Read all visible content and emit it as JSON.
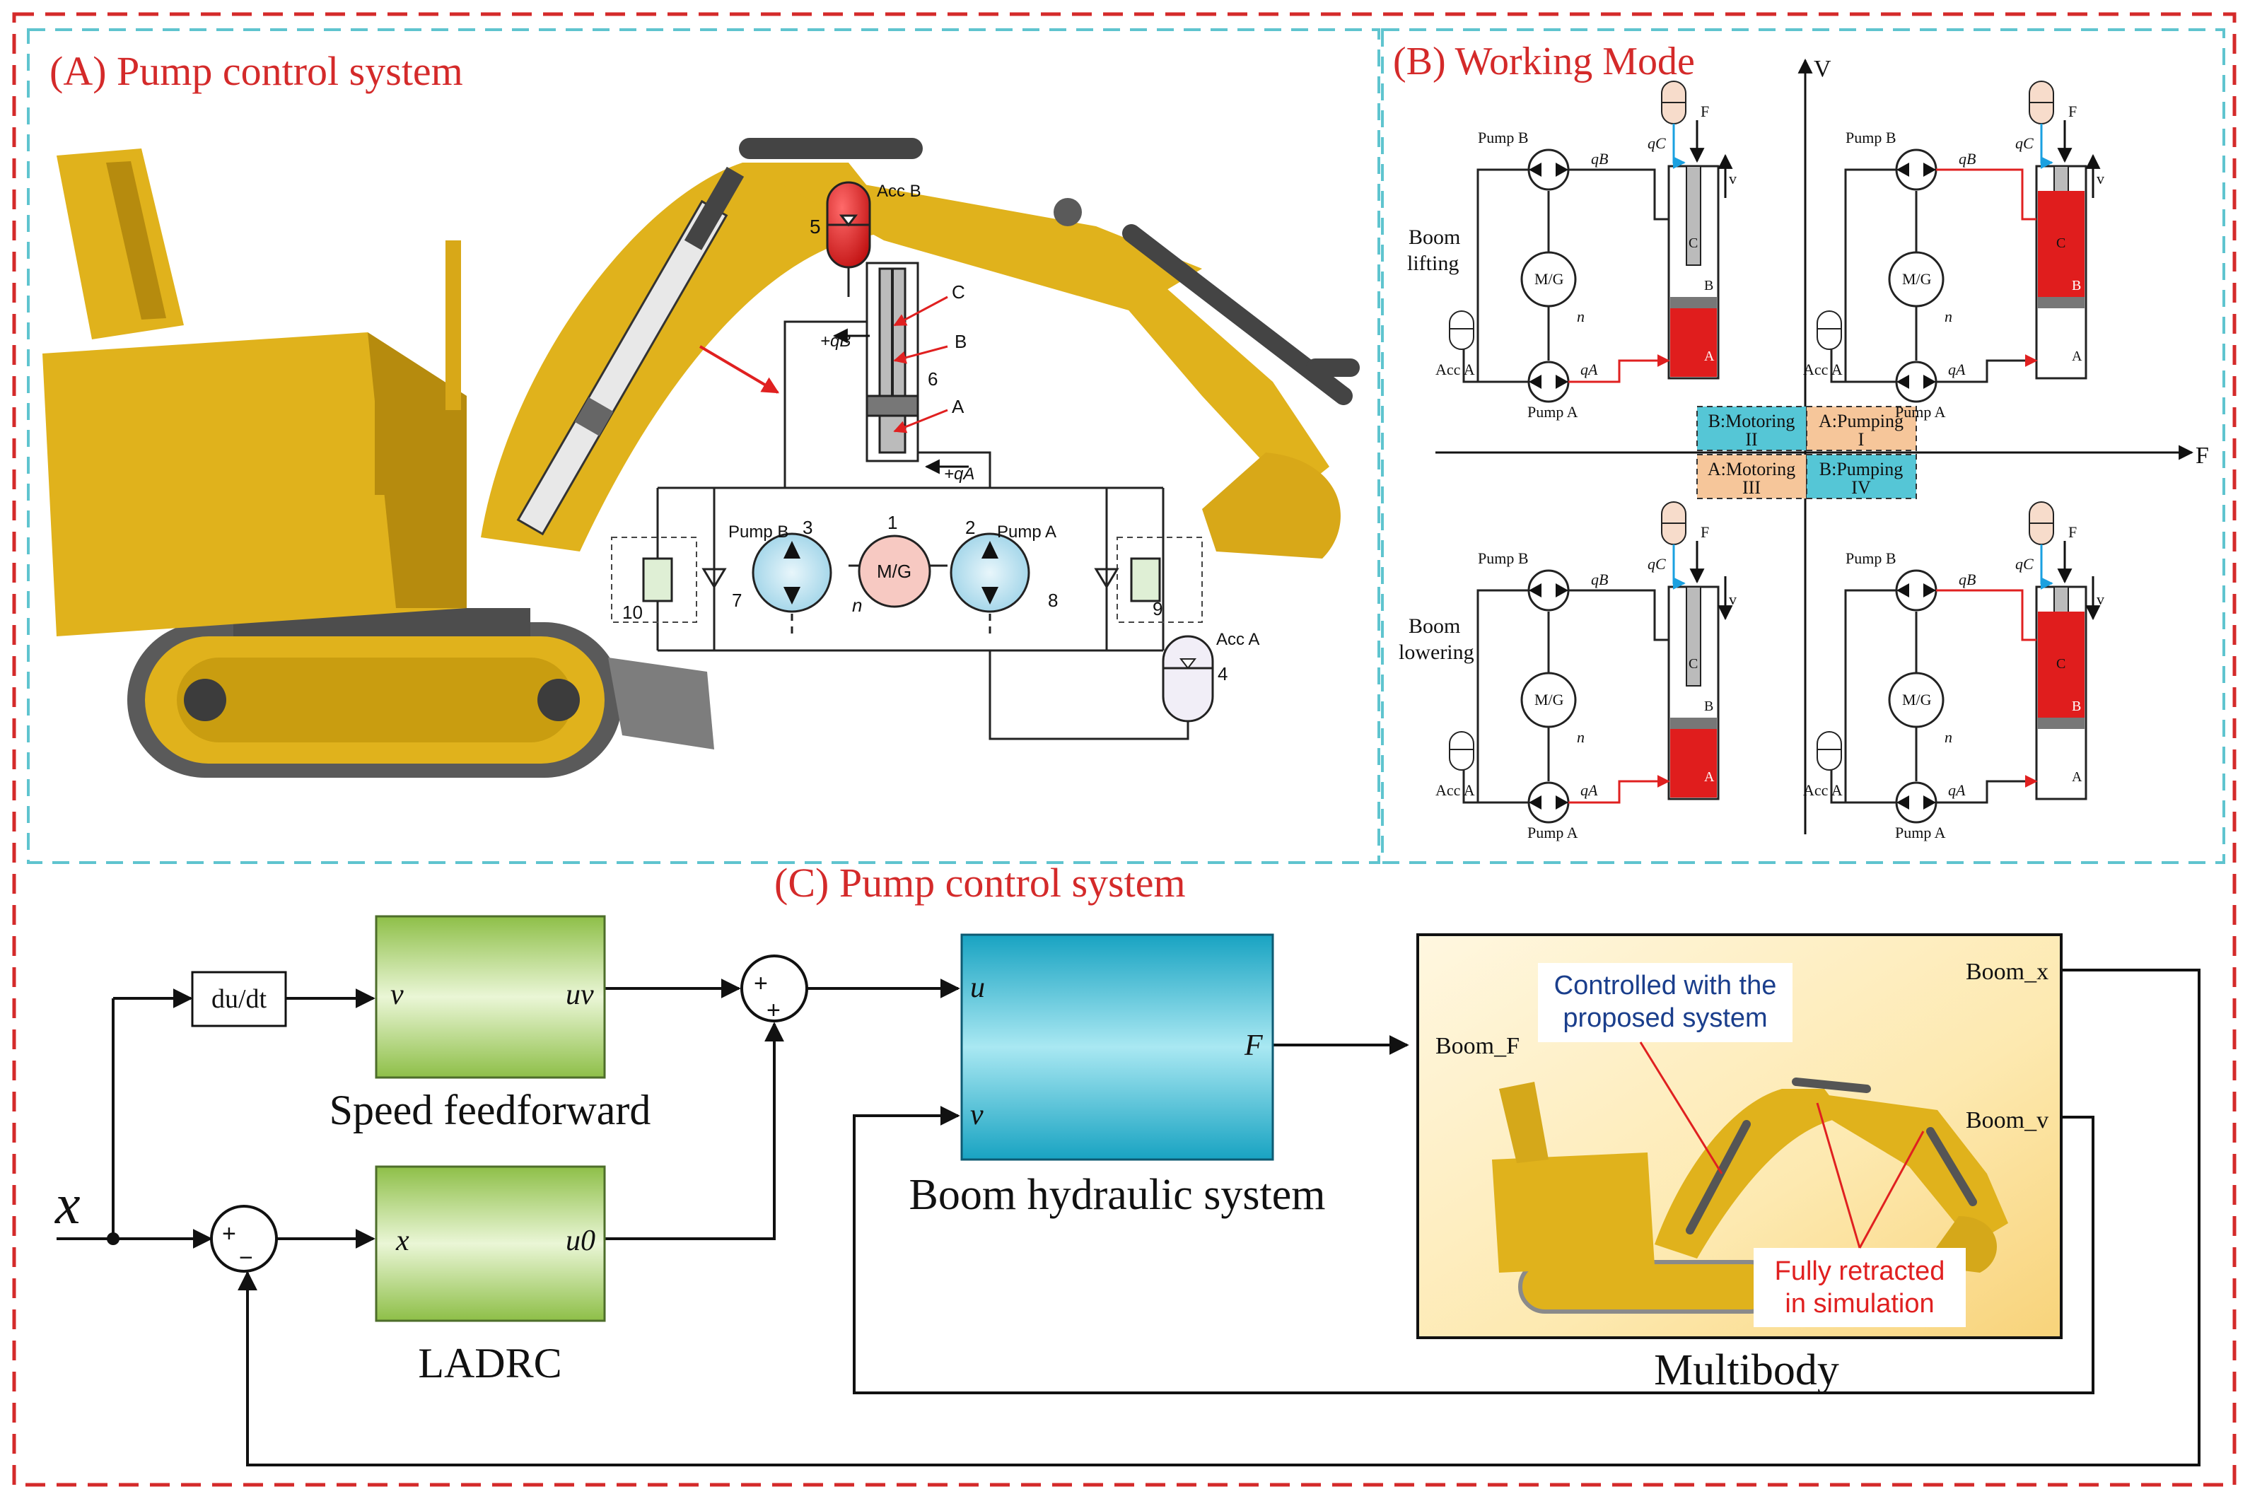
{
  "colors": {
    "outer_border": "#d42a2a",
    "panel_border": "#5fc4cf",
    "excavator": "#e0b21c",
    "cylinder_red": "#e01d1d",
    "motoring_box": "#55c6d6",
    "pumping_box": "#f6c69a",
    "plant_block": "#18a8c4",
    "controller_block": "#a8cf6a",
    "annotation_red": "#e02020",
    "annotation_blue": "#1a3e8c",
    "flow_blue": "#1aa0e0"
  },
  "panel_a": {
    "title": "(A) Pump control system",
    "labels": {
      "acc_b": "Acc B",
      "acc_a": "Acc A",
      "pump_b": "Pump B",
      "pump_a": "Pump A",
      "mg": "M/G",
      "port_c": "C",
      "port_b": "B",
      "port_a": "A",
      "q_b": "+qB",
      "q_a": "+qA",
      "n": "n",
      "num_1": "1",
      "num_2": "2",
      "num_3": "3",
      "num_4": "4",
      "num_5": "5",
      "num_6": "6",
      "num_7": "7",
      "num_8": "8",
      "num_9": "9",
      "num_10": "10"
    }
  },
  "panel_b": {
    "title": "(B) Working Mode",
    "axis_v": "V",
    "axis_f": "F",
    "row_top_label_1": "Boom",
    "row_top_label_2": "lifting",
    "row_bottom_label_1": "Boom",
    "row_bottom_label_2": "lowering",
    "circuit": {
      "pump_b": "Pump B",
      "pump_a": "Pump A",
      "mg": "M/G",
      "acc_a": "Acc A",
      "q_b": "qB",
      "q_a": "qA",
      "q_c": "qC",
      "f": "F",
      "v": "v",
      "n": "n",
      "c": "C",
      "b": "B",
      "a": "A"
    },
    "quadrants": {
      "q2_line1": "B:Motoring",
      "q2_line2": "II",
      "q1_line1": "A:Pumping",
      "q1_line2": "I",
      "q3_line1": "A:Motoring",
      "q3_line2": "III",
      "q4_line1": "B:Pumping",
      "q4_line2": "IV"
    }
  },
  "panel_c": {
    "title": "(C) Pump control system",
    "input_x": "x",
    "derivative": "du/dt",
    "speed_ff": {
      "in": "v",
      "out": "uv",
      "label": "Speed feedforward"
    },
    "ladrc": {
      "in": "x",
      "out": "u0",
      "label": "LADRC"
    },
    "sum_top": {
      "sign_left": "+",
      "sign_bottom": "+"
    },
    "sum_bottom": {
      "sign_left": "+",
      "sign_bottom": "−"
    },
    "hydraulic": {
      "in_u": "u",
      "in_v": "v",
      "out_f": "F",
      "label": "Boom  hydraulic system"
    },
    "multibody": {
      "in_f": "Boom_F",
      "out_x": "Boom_x",
      "out_v": "Boom_v",
      "label": "Multibody",
      "note_blue_1": "Controlled with the",
      "note_blue_2": "proposed system",
      "note_red_1": "Fully retracted",
      "note_red_2": "in simulation"
    }
  }
}
